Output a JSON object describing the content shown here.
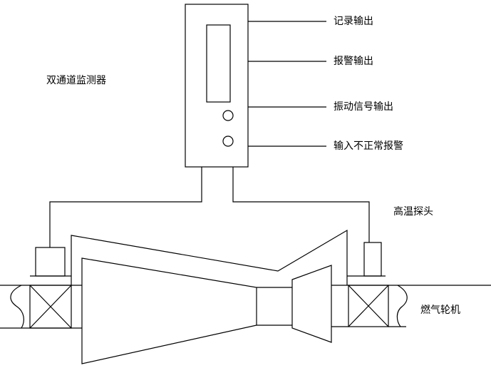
{
  "labels": {
    "monitor": "双通道监测器",
    "record_output": "记录输出",
    "alarm_output": "报警输出",
    "vibration_output": "振动信号输出",
    "input_abnormal_alarm": "输入不正常报警",
    "high_temp_probe": "高温探头",
    "gas_turbine": "燃气轮机"
  },
  "colors": {
    "line": "#000000",
    "background": "#ffffff"
  }
}
